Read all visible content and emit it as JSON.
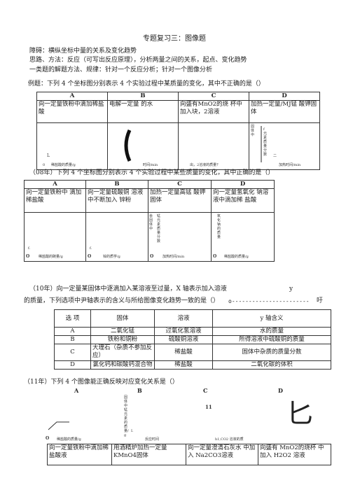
{
  "title": "专题复习三：图像题",
  "intro": {
    "obstacle": "障碍：横纵坐标中量的关系及变化趋势",
    "method": "思路、方法：反应（可写出反应原理），分析两量之间的关系，起点、变化趋势",
    "rule": "一类题的解题方法、规律：针对一个反应分析；针对一个图像分析"
  },
  "q1": {
    "stem": "例题：下列 4 个坐标图分别表示 4 个实验过程中某质量的变化，其中不正确的是（）",
    "headers": [
      "A",
      "B",
      "C",
      "D"
    ],
    "options": [
      "向一定量铁粉中滴加稀盐酸",
      "电解一定量 的水",
      "向盛有MnO2的烧 杯中加入块，2溶液",
      "加热一定量/MJ锰 酸钾固体"
    ],
    "axes": [
      "稀盐酸的质量/g",
      "时间/min",
      "出，2溶液的质量？",
      "加热时间/min"
    ],
    "d_ylabel": "固体中",
    "d_marks": [
      "f",
      "元",
      "素",
      "质",
      "量",
      "分",
      "数",
      "二"
    ],
    "marks": {
      "a_tick": "L",
      "o": "0"
    }
  },
  "q2": {
    "stem": "（08年）下列 4 个坐标图分别表示 4 个实验过程中某些质量的变化，其中正确的是（）",
    "headers": [
      "A",
      "B",
      "C",
      "D"
    ],
    "options": [
      "向一定量铁粉中 滴加稀盐酸",
      "向一定量硫酸铜 溶液中不断加入 锌粉",
      "加热一定量高锰 酸钾固体",
      "向一定量氢氧化 钠溶液中滴加稀 盐酸"
    ],
    "axes": [
      "稀盐酸的碗量/g",
      "锌的质学/g",
      "加热时间/min",
      "稀盐酸的质量/g"
    ],
    "c_ylabel": "余固体中",
    "c_marks": "锰元素质量分数",
    "d_ylabel": "氧化钠的质量",
    "origin": "O",
    "tick": "f."
  },
  "q3": {
    "stem1": "（10年）向一定量某固体中逐滴加入某溶液至过量，X 轴表示加入溶液",
    "stem_y": "y",
    "stem2": "的质量，下列选项中尹轴表示的含义与所给图像变化趋势一致的是（）",
    "graph_text": "o-----------------------",
    "graph_tail": "吁",
    "headers": [
      "选  项",
      "固体",
      "溶液",
      "y 轴含义"
    ],
    "rows": [
      [
        "A",
        "二氧化锰",
        "过氧化氢溶液",
        "水的质量"
      ],
      [
        "B",
        "铁粉和铜粉",
        "硫酸铜溶液",
        "所得溶液中硫酸铜的质量"
      ],
      [
        "C",
        "大理石（杂质不参加反应）",
        "稀盐酸",
        "固体中杂质的质量分数"
      ],
      [
        "D",
        "氯化钙和碳酸钙混合物",
        "稀盐酸",
        "二氧化碳的体积"
      ]
    ]
  },
  "q4": {
    "stem": "（11年）下列 4 个图像能正确反映对应变化关系是（）",
    "headers": [
      "A",
      "B",
      "C",
      "D"
    ],
    "axes": [
      "稀盐酸的质量/g",
      "反应时间",
      "h1,CO2 溶液的质",
      ""
    ],
    "b_ylabel": "固体中锰元素的质量/g",
    "b_mark": "I.",
    "c_mark": "11",
    "d_glyph": "匕",
    "origin": "O",
    "options": [
      "向一定量铁粉中滴加稀盐酸液",
      "用酒精炉加热一定量 KMnO4固体",
      "向一定量澄清石灰水 中加入 Na2CO3溶液",
      "向盛有 MnO2的烧杯 中加入 H2O2 溶液"
    ]
  }
}
